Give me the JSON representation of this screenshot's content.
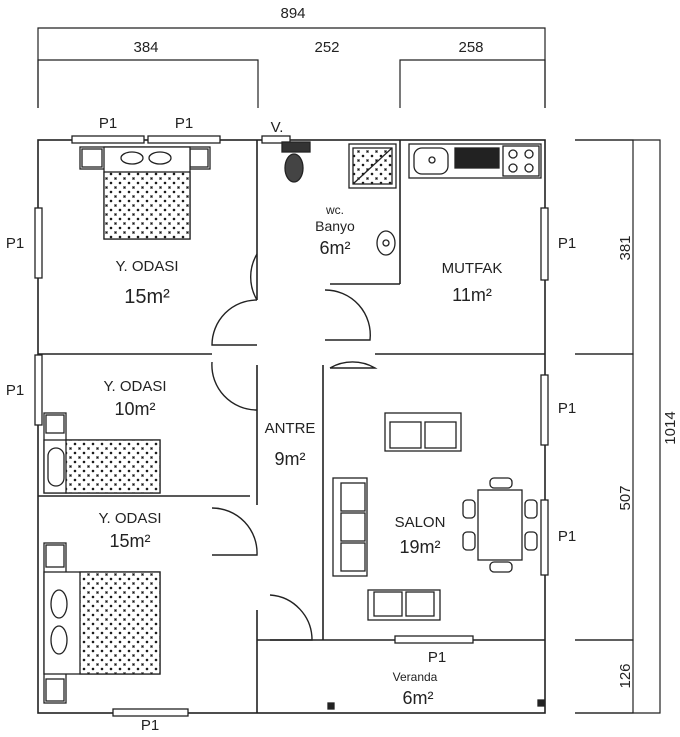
{
  "dimensions": {
    "total_width": "894",
    "seg1": "384",
    "seg2": "252",
    "seg3": "258",
    "right_top": "381",
    "right_total": "1014",
    "right_mid": "507",
    "right_bottom": "126"
  },
  "windows": {
    "top1": "P1",
    "top2": "P1",
    "vent": "V.",
    "left1": "P1",
    "left2": "P1",
    "right1": "P1",
    "right2": "P1",
    "right3": "P1",
    "veranda": "P1",
    "bottom": "P1"
  },
  "rooms": {
    "bedroom1": {
      "name": "Y. ODASI",
      "area": "15m²"
    },
    "bedroom2": {
      "name": "Y. ODASI",
      "area": "10m²"
    },
    "bedroom3": {
      "name": "Y. ODASI",
      "area": "15m²"
    },
    "wc": {
      "name1": "wc.",
      "name2": "Banyo",
      "area": "6m²"
    },
    "kitchen": {
      "name": "MUTFAK",
      "area": "11m²"
    },
    "hall": {
      "name": "ANTRE",
      "area": "9m²"
    },
    "living": {
      "name": "SALON",
      "area": "19m²"
    },
    "veranda": {
      "name": "Veranda",
      "area": "6m²"
    }
  }
}
